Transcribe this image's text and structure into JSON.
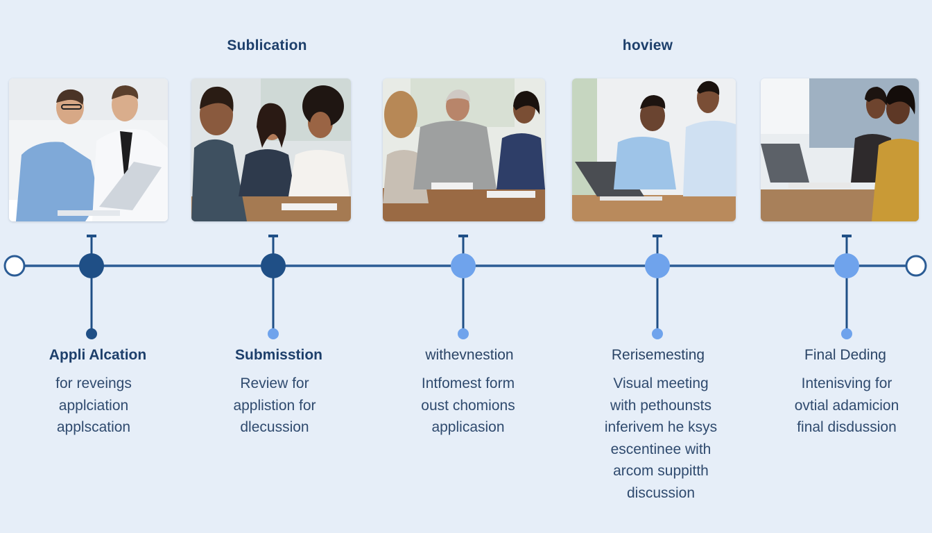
{
  "headings": {
    "h1": "Sublication",
    "h2": "hoview"
  },
  "colors": {
    "background": "#e6eef8",
    "line": "#2b5c95",
    "dark_node": "#1f4f86",
    "light_node": "#6fa3ec",
    "text_dark": "#1d3f6b"
  },
  "steps": [
    {
      "title": "Appli Alcation",
      "lines": [
        "for reveings",
        "applciation",
        "applscation"
      ],
      "status": "complete"
    },
    {
      "title": "Submisstion",
      "lines": [
        "Review for",
        "applistion for",
        "dlecussion"
      ],
      "status": "complete"
    },
    {
      "title": "withevnestion",
      "lines": [
        "Intfomest form",
        "oust chomions",
        "applicasion"
      ],
      "status": "pending"
    },
    {
      "title": "Rerisemesting",
      "lines": [
        "Visual meeting",
        "with pethounsts",
        "inferivem he ksys",
        "escentinee with",
        "arcom suppitth",
        "discussion"
      ],
      "status": "pending"
    },
    {
      "title": "Final Deding",
      "lines": [
        "Intenisving for",
        "ovtial adamicion",
        "final disdussion"
      ],
      "status": "pending"
    }
  ]
}
